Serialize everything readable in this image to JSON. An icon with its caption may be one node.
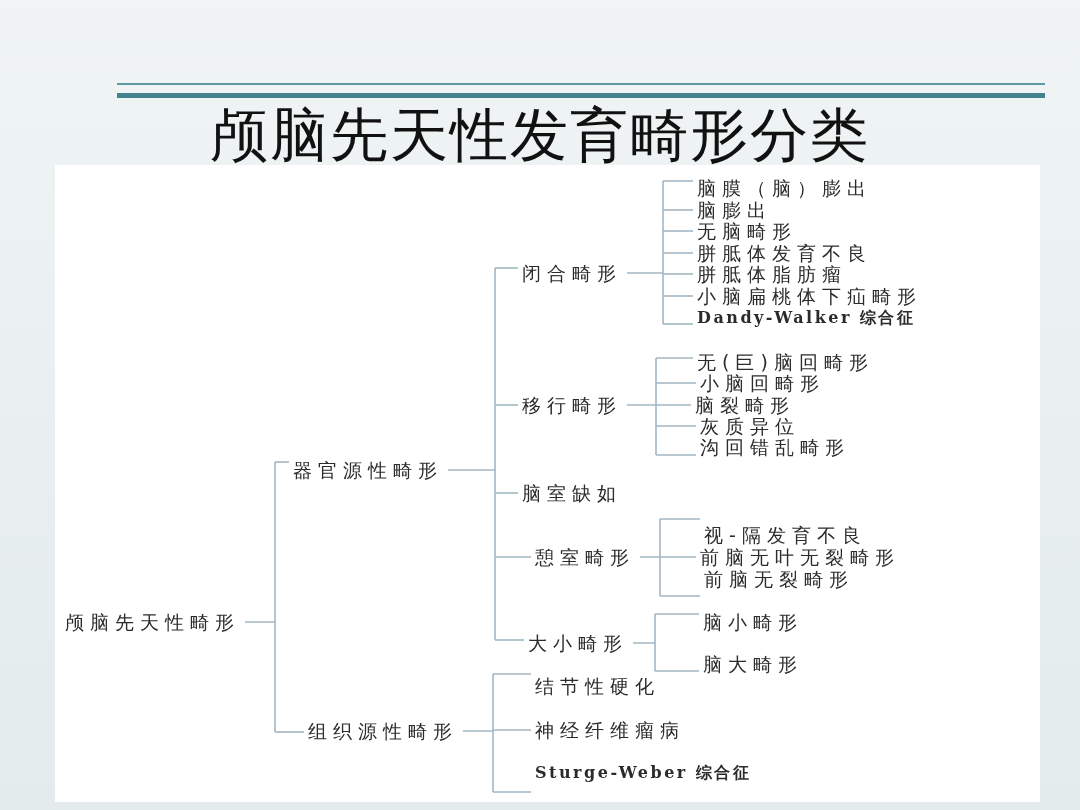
{
  "diagram": {
    "title": "颅脑先天性发育畸形分类",
    "nodes": [
      {
        "text": [
          "颅脑先天性畸形"
        ]
      },
      {
        "text": [
          "器官源性畸形"
        ]
      },
      {
        "text": [
          "闭合畸形"
        ]
      },
      {
        "text": [
          "脑膜（脑）膨出"
        ]
      },
      {
        "text": [
          "脑膨出"
        ]
      },
      {
        "text": [
          "无脑畸形"
        ]
      },
      {
        "text": [
          "胼胝体发育不良"
        ]
      },
      {
        "text": [
          "胼胝体脂肪瘤"
        ]
      },
      {
        "text": [
          "小脑扁桃体下疝畸形"
        ]
      },
      {
        "text": [
          "Dandy-Walker 综合征"
        ]
      },
      {
        "text": [
          "移行畸形"
        ]
      },
      {
        "text": [
          "无(巨)脑回畸形"
        ]
      },
      {
        "text": [
          "小脑回畸形"
        ]
      },
      {
        "text": [
          "脑裂畸形"
        ]
      },
      {
        "text": [
          "灰质异位"
        ]
      },
      {
        "text": [
          "沟回错乱畸形"
        ]
      },
      {
        "text": [
          "脑室缺如"
        ]
      },
      {
        "text": [
          "憩室畸形"
        ]
      },
      {
        "text": [
          "视-隔发育不良"
        ]
      },
      {
        "text": [
          "前脑无叶无裂畸形"
        ]
      },
      {
        "text": [
          "前脑无裂畸形"
        ]
      },
      {
        "text": [
          "大小畸形"
        ]
      },
      {
        "text": [
          "脑小畸形"
        ]
      },
      {
        "text": [
          "脑大畸形"
        ]
      },
      {
        "text": [
          "组织源性畸形"
        ]
      },
      {
        "text": [
          "结节性硬化"
        ]
      },
      {
        "text": [
          "神经纤维瘤病"
        ]
      },
      {
        "text": [
          "Sturge-Weber 综合征"
        ]
      }
    ],
    "edges": [
      {
        "from": 0,
        "to": 1,
        "arrow": "none"
      },
      {
        "from": 0,
        "to": 24,
        "arrow": "none"
      },
      {
        "from": 1,
        "to": 2,
        "arrow": "none"
      },
      {
        "from": 1,
        "to": 10,
        "arrow": "none"
      },
      {
        "from": 1,
        "to": 16,
        "arrow": "none"
      },
      {
        "from": 1,
        "to": 17,
        "arrow": "none"
      },
      {
        "from": 1,
        "to": 21,
        "arrow": "none"
      },
      {
        "from": 2,
        "to": 3,
        "arrow": "none"
      },
      {
        "from": 2,
        "to": 4,
        "arrow": "none"
      },
      {
        "from": 2,
        "to": 5,
        "arrow": "none"
      },
      {
        "from": 2,
        "to": 6,
        "arrow": "none"
      },
      {
        "from": 2,
        "to": 7,
        "arrow": "none"
      },
      {
        "from": 2,
        "to": 8,
        "arrow": "none"
      },
      {
        "from": 2,
        "to": 9,
        "arrow": "none"
      },
      {
        "from": 10,
        "to": 11,
        "arrow": "none"
      },
      {
        "from": 10,
        "to": 12,
        "arrow": "none"
      },
      {
        "from": 10,
        "to": 13,
        "arrow": "none"
      },
      {
        "from": 10,
        "to": 14,
        "arrow": "none"
      },
      {
        "from": 10,
        "to": 15,
        "arrow": "none"
      },
      {
        "from": 17,
        "to": 18,
        "arrow": "none"
      },
      {
        "from": 17,
        "to": 19,
        "arrow": "none"
      },
      {
        "from": 17,
        "to": 20,
        "arrow": "none"
      },
      {
        "from": 21,
        "to": 22,
        "arrow": "none"
      },
      {
        "from": 21,
        "to": 23,
        "arrow": "none"
      },
      {
        "from": 24,
        "to": 25,
        "arrow": "none"
      },
      {
        "from": 24,
        "to": 26,
        "arrow": "none"
      },
      {
        "from": 24,
        "to": 27,
        "arrow": "none"
      }
    ]
  }
}
